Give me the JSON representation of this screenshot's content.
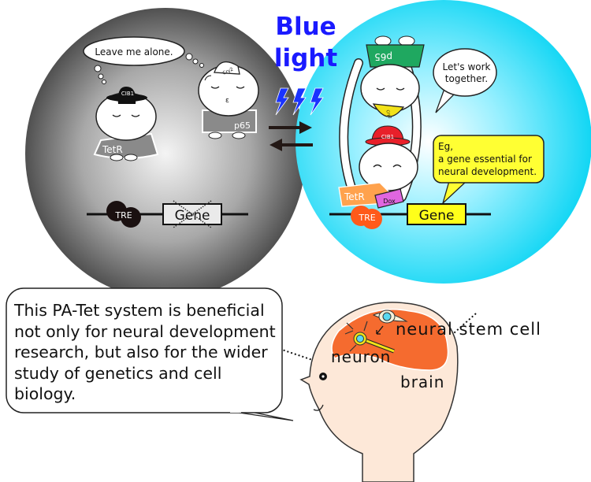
{
  "colors": {
    "inactive_sphere_light": "#f2f2f2",
    "inactive_sphere_dark": "#3c3c3c",
    "active_sphere_light": "#ffffff",
    "active_sphere_dark": "#19d8f5",
    "blue_light_text": "#1a1aff",
    "lightning": "#1a33ff",
    "gene_active_fill": "#ffff1a",
    "tre_active_fill": "#ff5a1a",
    "tetr_fill": "#ffa24d",
    "dox_fill": "#e066e0",
    "pgs_cap_fill": "#1fa860",
    "cry2_cap_fill": "#f2e218",
    "cib1_cap_active_fill": "#e8202a",
    "brain_fill": "#f56b2f",
    "head_fill": "#fde8d8",
    "note_bubble_fill": "#ffff33"
  },
  "center": {
    "blue_light_line1": "Blue",
    "blue_light_line2": "light"
  },
  "inactive_state": {
    "thought_bubble": "Leave me alone.",
    "cib1_character": {
      "hat_label": "CIB1",
      "body_label": "TetR"
    },
    "cry2_character": {
      "hat_label": "Cry2",
      "body_label": "p65"
    },
    "dna": {
      "promoter_label": "TRE",
      "gene_label": "Gene",
      "gene_state": "off (crossed out)"
    }
  },
  "active_state": {
    "speech_bubble_line1": "Let's work",
    "speech_bubble_line2": "together.",
    "note_bubble_line1": "Eg,",
    "note_bubble_line2": "a gene essential for",
    "note_bubble_line3": "neural development.",
    "cry2_character": {
      "hat_label": "Cry2",
      "body_label": "p65"
    },
    "cib1_character": {
      "hat_label": "CIB1",
      "body_label": "TetR"
    },
    "dox_label": "Dox",
    "dna": {
      "promoter_label": "TRE",
      "gene_label": "Gene",
      "gene_state": "on"
    }
  },
  "bottom": {
    "main_bubble": "This PA-Tet system is beneficial\nnot only for neural development\nresearch, but also for the wider\nstudy of genetics and cell biology.",
    "labels": {
      "neural_stem_cell": "neural stem cell",
      "neuron": "neuron",
      "brain": "brain"
    }
  }
}
